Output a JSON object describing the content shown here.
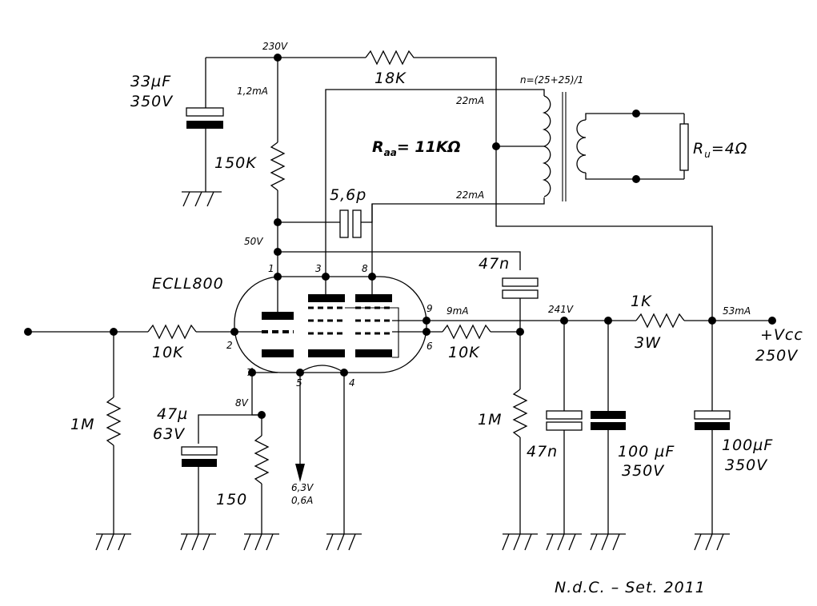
{
  "tube": {
    "name": "ECLL800"
  },
  "pins": {
    "p1": "1",
    "p2": "2",
    "p3": "3",
    "p4": "4",
    "p5": "5",
    "p6": "6",
    "p7": "7",
    "p8": "8",
    "p9": "9"
  },
  "voltages": {
    "v230": "230V",
    "v50": "50V",
    "v8": "8V",
    "v241": "241V"
  },
  "currents": {
    "i12": "1,2mA",
    "i22a": "22mA",
    "i22b": "22mA",
    "i9": "9mA",
    "i53": "53mA"
  },
  "components": {
    "c1_value": "33µF",
    "c1_voltage": "350V",
    "r_18k": "18K",
    "r_150k": "150K",
    "c_56p": "5,6p",
    "c_47n_top": "47n",
    "r_10k_in": "10K",
    "r_10k_out": "10K",
    "r_1m_in": "1M",
    "r_1m_out": "1M",
    "c_47n_bottom": "47n",
    "c_47u_value": "47µ",
    "c_47u_voltage": "63V",
    "r_150": "150",
    "r_1k": "1K",
    "r_1k_power": "3W",
    "c_100u_a_value": "100 µF",
    "c_100u_a_voltage": "350V",
    "c_100u_b_value": "100µF",
    "c_100u_b_voltage": "350V"
  },
  "transformer": {
    "ratio": "n=(25+25)/1",
    "raa_sym": "R",
    "raa_sub": "aa",
    "raa_val": "= 11KΩ",
    "ru_sym": "R",
    "ru_sub": "u",
    "ru_val": "=4Ω"
  },
  "supply": {
    "label": "+Vcc",
    "value": "250V"
  },
  "heater": {
    "voltage": "6,3V",
    "current": "0,6A"
  },
  "footer": {
    "credit": "N.d.C.  –  Set.  2011"
  }
}
